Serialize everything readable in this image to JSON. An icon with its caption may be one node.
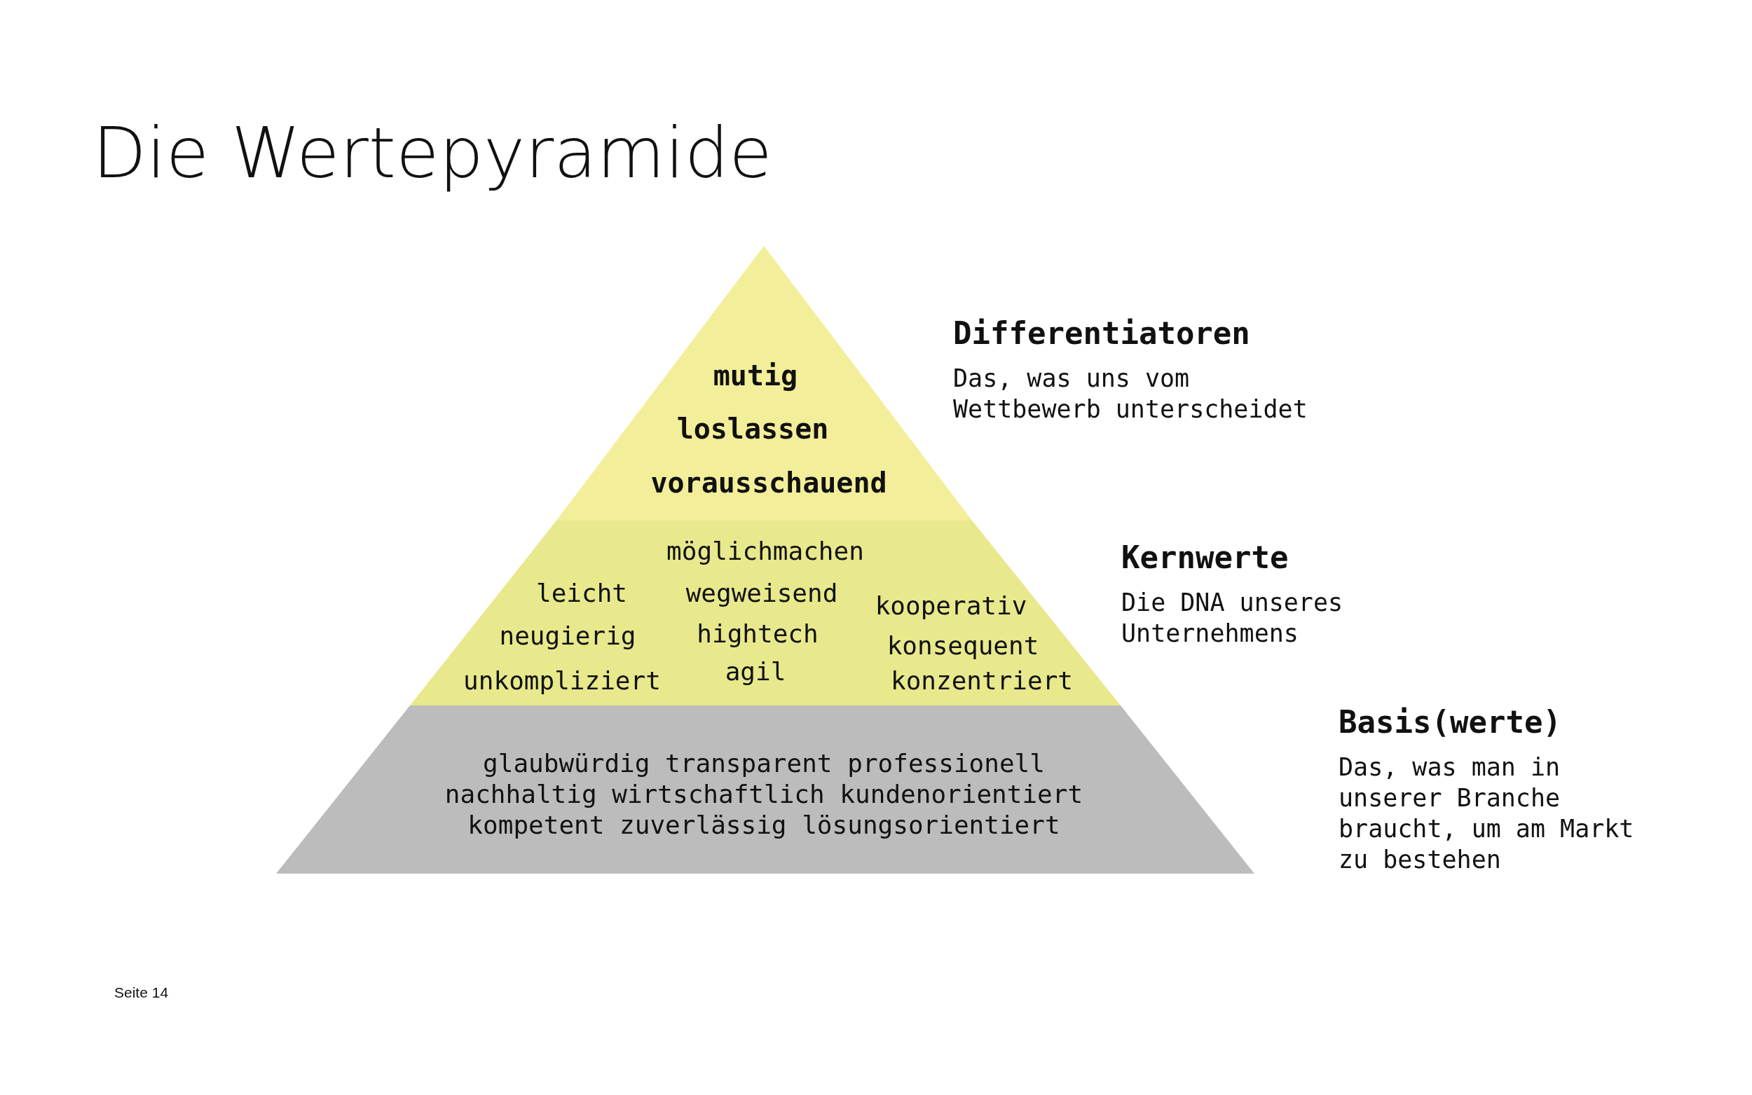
{
  "diagram": {
    "title": "Die Wertepyramide",
    "nodes": [
      {
        "text": [
          "mutig",
          "loslassen",
          "vorausschauend"
        ],
        "beside": [
          "Differentiatoren",
          "Das, was uns vom Wettbewerb unterscheidet"
        ]
      },
      {
        "text": [
          "möglichmachen",
          "leicht",
          "wegweisend",
          "kooperativ",
          "neugierig",
          "hightech",
          "konsequent",
          "unkompliziert",
          "agil",
          "konzentriert"
        ],
        "beside": [
          "Kernwerte",
          "Die DNA unseres Unternehmens"
        ]
      },
      {
        "text": [
          "glaubwürdig transparent professionell",
          "nachhaltig wirtschaftlich kundenorientiert",
          "kompetent zuverlässig lösungsorientiert"
        ],
        "beside": [
          "Basis(werte)",
          "Das, was man in unserer Branche braucht, um am Markt zu bestehen"
        ]
      }
    ],
    "labels": [
      "Seite 14"
    ]
  }
}
